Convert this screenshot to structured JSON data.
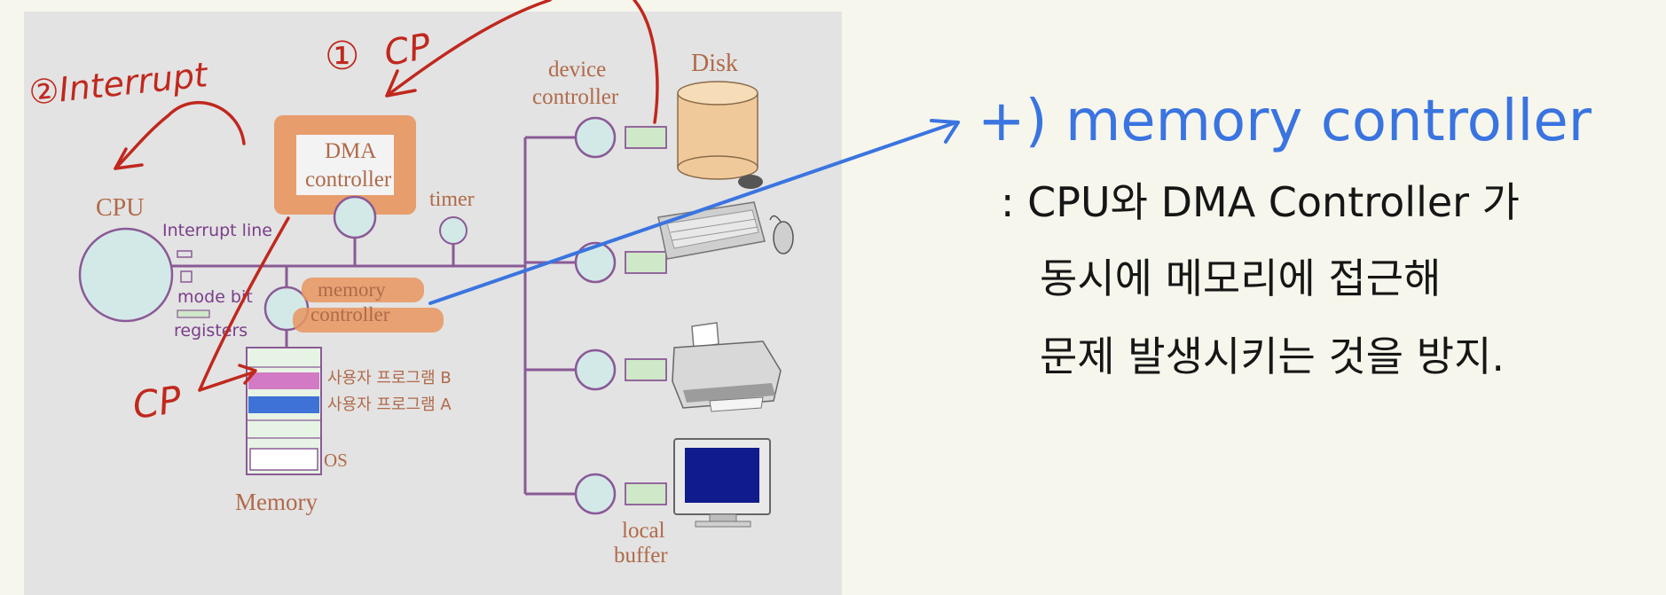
{
  "colors": {
    "page_bg": "#f6f6ec",
    "figure_bg": "#e3e3e3",
    "bus": "#8a5a96",
    "device_circle": "#d3e9e8",
    "label_brown": "#b06a4a",
    "highlight_orange": "#e8955f",
    "ink_red": "#c0281e",
    "ink_blue": "#3a74e0",
    "ink_black": "#161616",
    "prog_b": "#d27bc4",
    "prog_a": "#3e72d6",
    "disk_fill": "#f0c99a"
  },
  "figure": {
    "cpu": "CPU",
    "dma_line1": "DMA",
    "dma_line2": "controller",
    "timer": "timer",
    "device_controller_line1": "device",
    "device_controller_line2": "controller",
    "disk": "Disk",
    "interrupt_line": "Interrupt line",
    "mode_bit": "mode bit",
    "registers": "registers",
    "memory_controller_line1": "memory",
    "memory_controller_line2": "controller",
    "user_prog_b": "사용자 프로그램 B",
    "user_prog_a": "사용자 프로그램 A",
    "os": "OS",
    "memory": "Memory",
    "local_buffer_line1": "local",
    "local_buffer_line2": "buffer"
  },
  "annotations": {
    "interrupt_note": "②Interrupt",
    "step_one": "①",
    "cp_top": "CP",
    "cp_bottom": "CP",
    "memory_controller_heading": "+) memory   controller",
    "note_line1": ": CPU와   DMA Controller 가",
    "note_line2": "동시에  메모리에  접근해",
    "note_line3": "문제  발생시키는 것을 방지."
  }
}
